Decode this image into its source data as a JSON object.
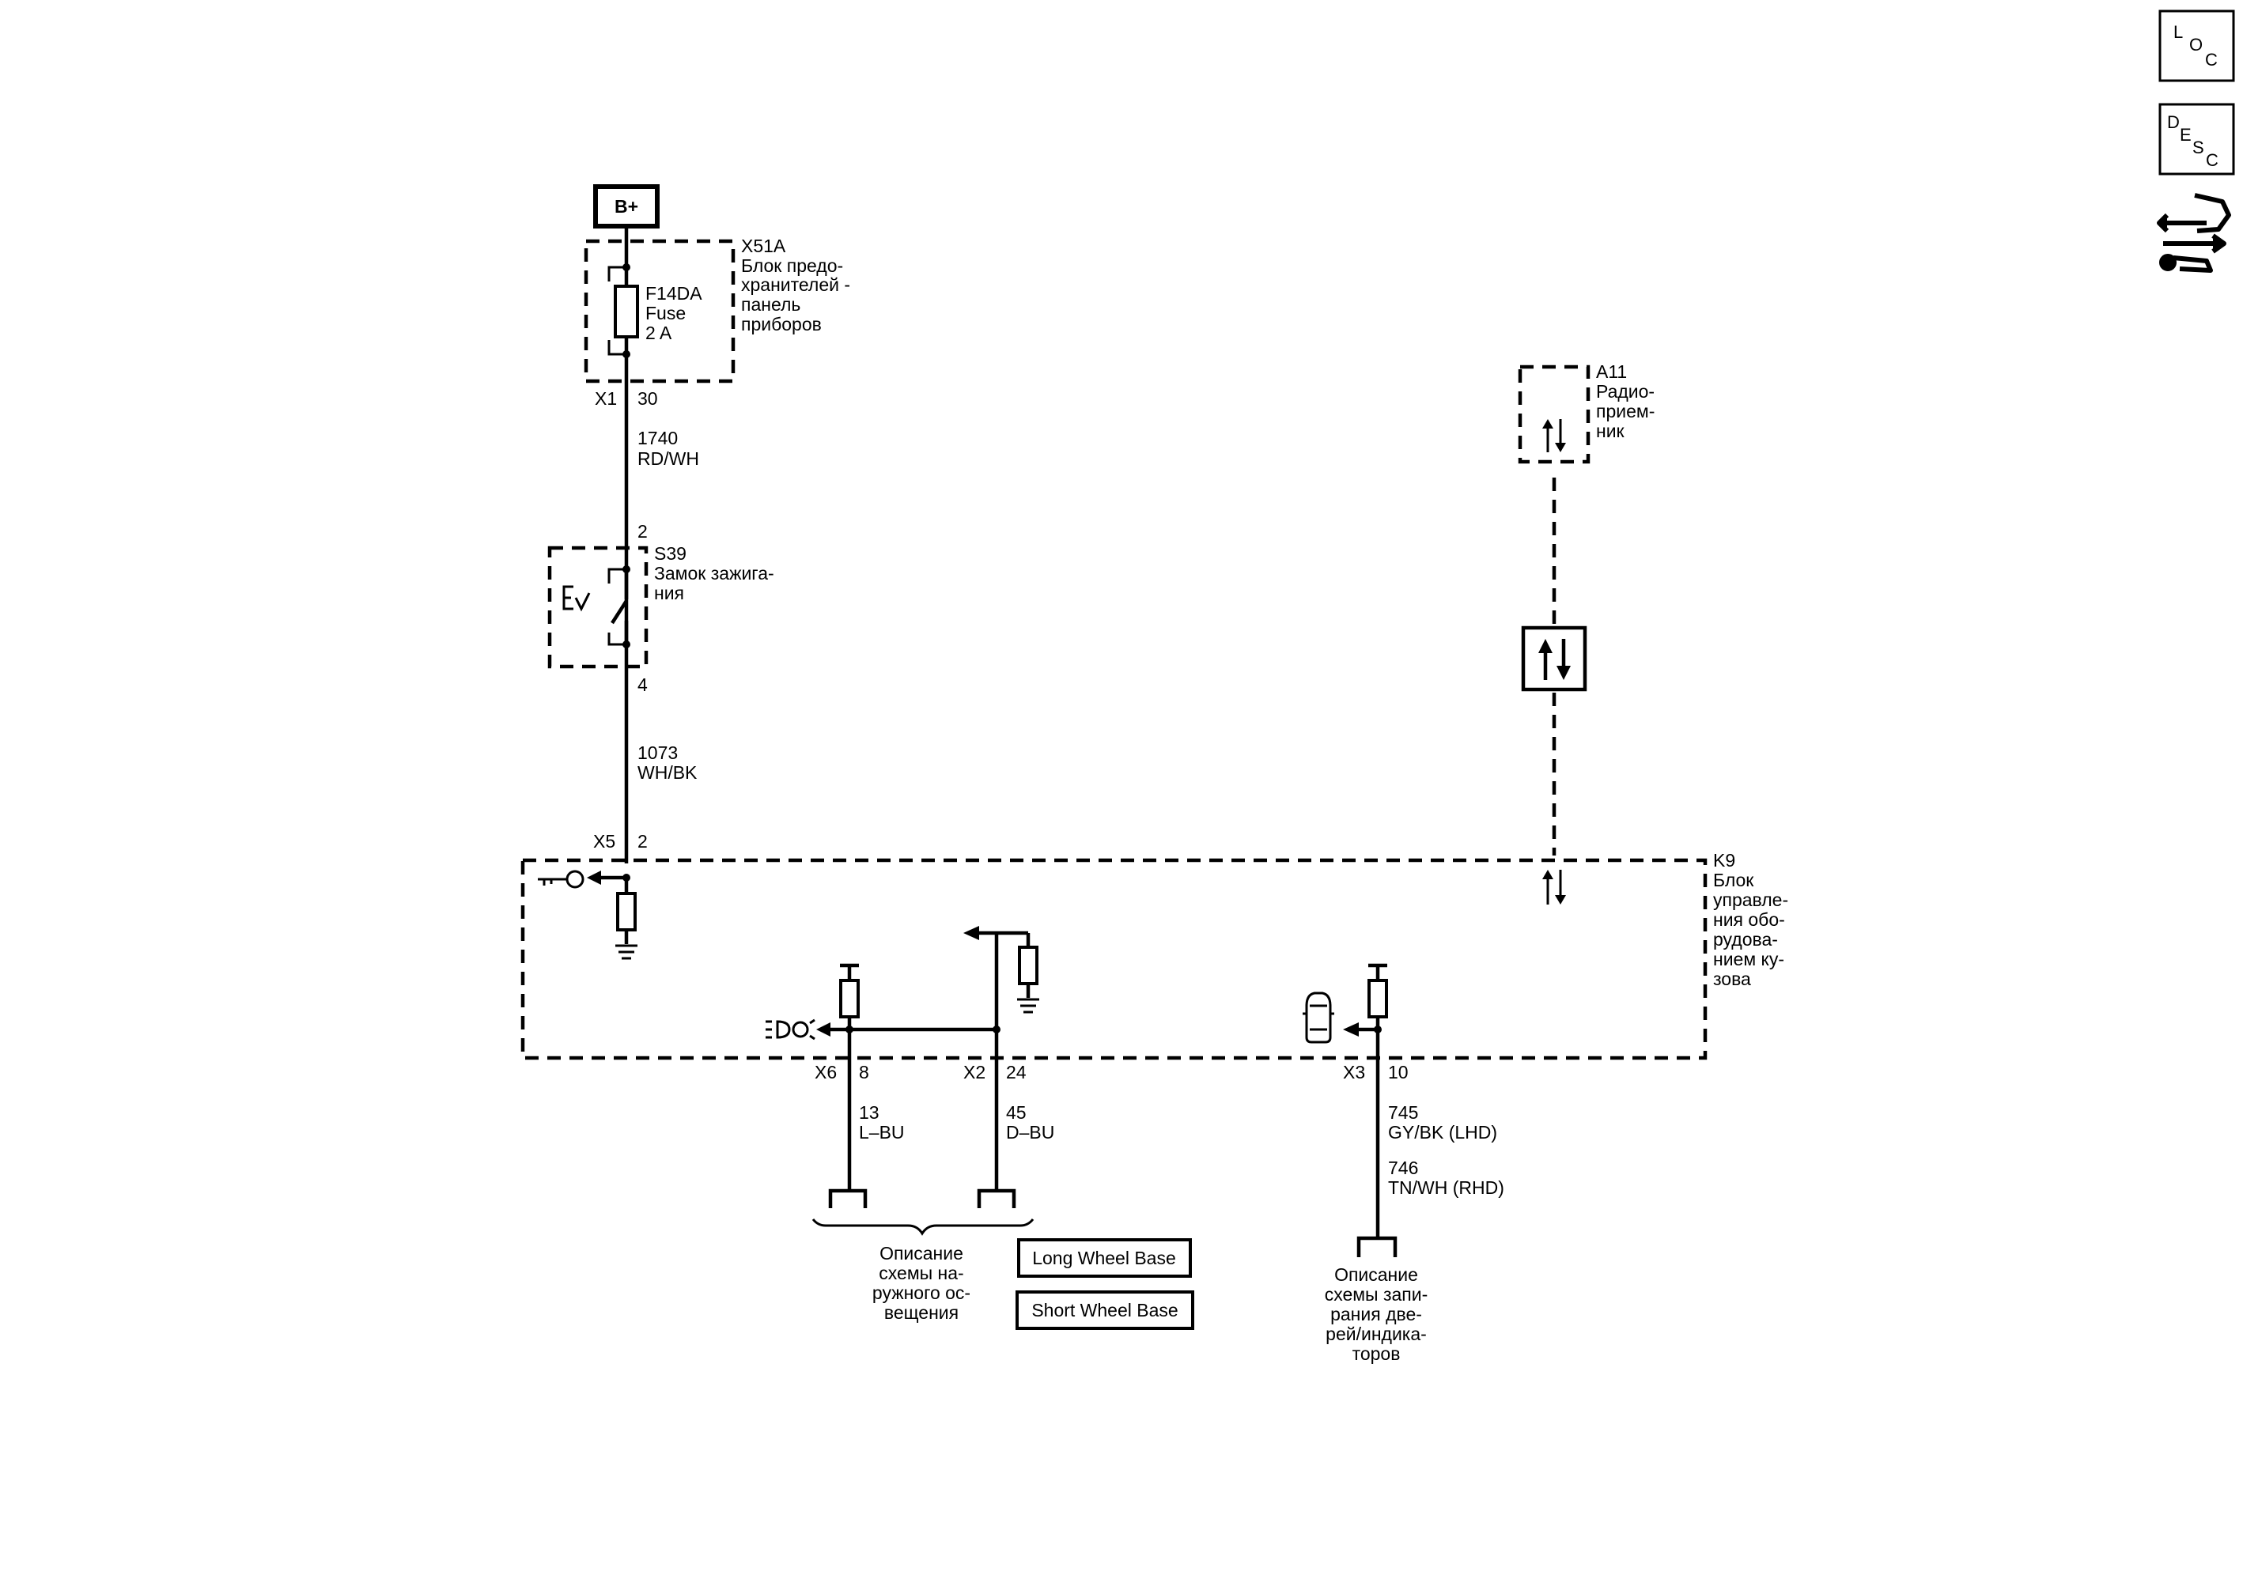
{
  "battery": "B+",
  "fuse_block": {
    "id": "X51A",
    "desc": [
      "Блок предо-",
      "хранителей -",
      "панель",
      "приборов"
    ]
  },
  "fuse": {
    "id": "F14DA",
    "name": "Fuse",
    "rating": "2 A"
  },
  "x1": {
    "conn": "X1",
    "pin": "30"
  },
  "wire_1740": {
    "num": "1740",
    "color": "RD/WH"
  },
  "ignition": {
    "id": "S39",
    "desc": [
      "Замок зажига-",
      "ния"
    ],
    "pin_top": "2",
    "pin_bottom": "4"
  },
  "wire_1073": {
    "num": "1073",
    "color": "WH/BK"
  },
  "x5": {
    "conn": "X5",
    "pin": "2"
  },
  "radio": {
    "id": "A11",
    "desc": [
      "Радио-",
      "прием-",
      "ник"
    ]
  },
  "bcm": {
    "id": "K9",
    "desc": [
      "Блок",
      "управле-",
      "ния обо-",
      "рудова-",
      "нием ку-",
      "зова"
    ]
  },
  "x6": {
    "conn": "X6",
    "pin": "8"
  },
  "x2": {
    "conn": "X2",
    "pin": "24"
  },
  "x3": {
    "conn": "X3",
    "pin": "10"
  },
  "wire_13": {
    "num": "13",
    "color": "L–BU"
  },
  "wire_45": {
    "num": "45",
    "color": "D–BU"
  },
  "wire_745": {
    "num": "745",
    "color": "GY/BK (LHD)"
  },
  "wire_746": {
    "num": "746",
    "color": "TN/WH (RHD)"
  },
  "ext_light_ref": [
    "Описание",
    "схемы на-",
    "ружного ос-",
    "вещения"
  ],
  "door_lock_ref": [
    "Описание",
    "схемы запи-",
    "рания две-",
    "рей/индика-",
    "торов"
  ],
  "options": {
    "long": "Long Wheel Base",
    "short": "Short Wheel Base"
  },
  "nav": {
    "loc": [
      "L",
      "O",
      "C"
    ],
    "desc": [
      "D",
      "E",
      "S",
      "C"
    ]
  },
  "icons": [
    "key-icon",
    "headlamp-icon",
    "vehicle-icon",
    "data-arrows-icon",
    "connector-swap-icon"
  ]
}
